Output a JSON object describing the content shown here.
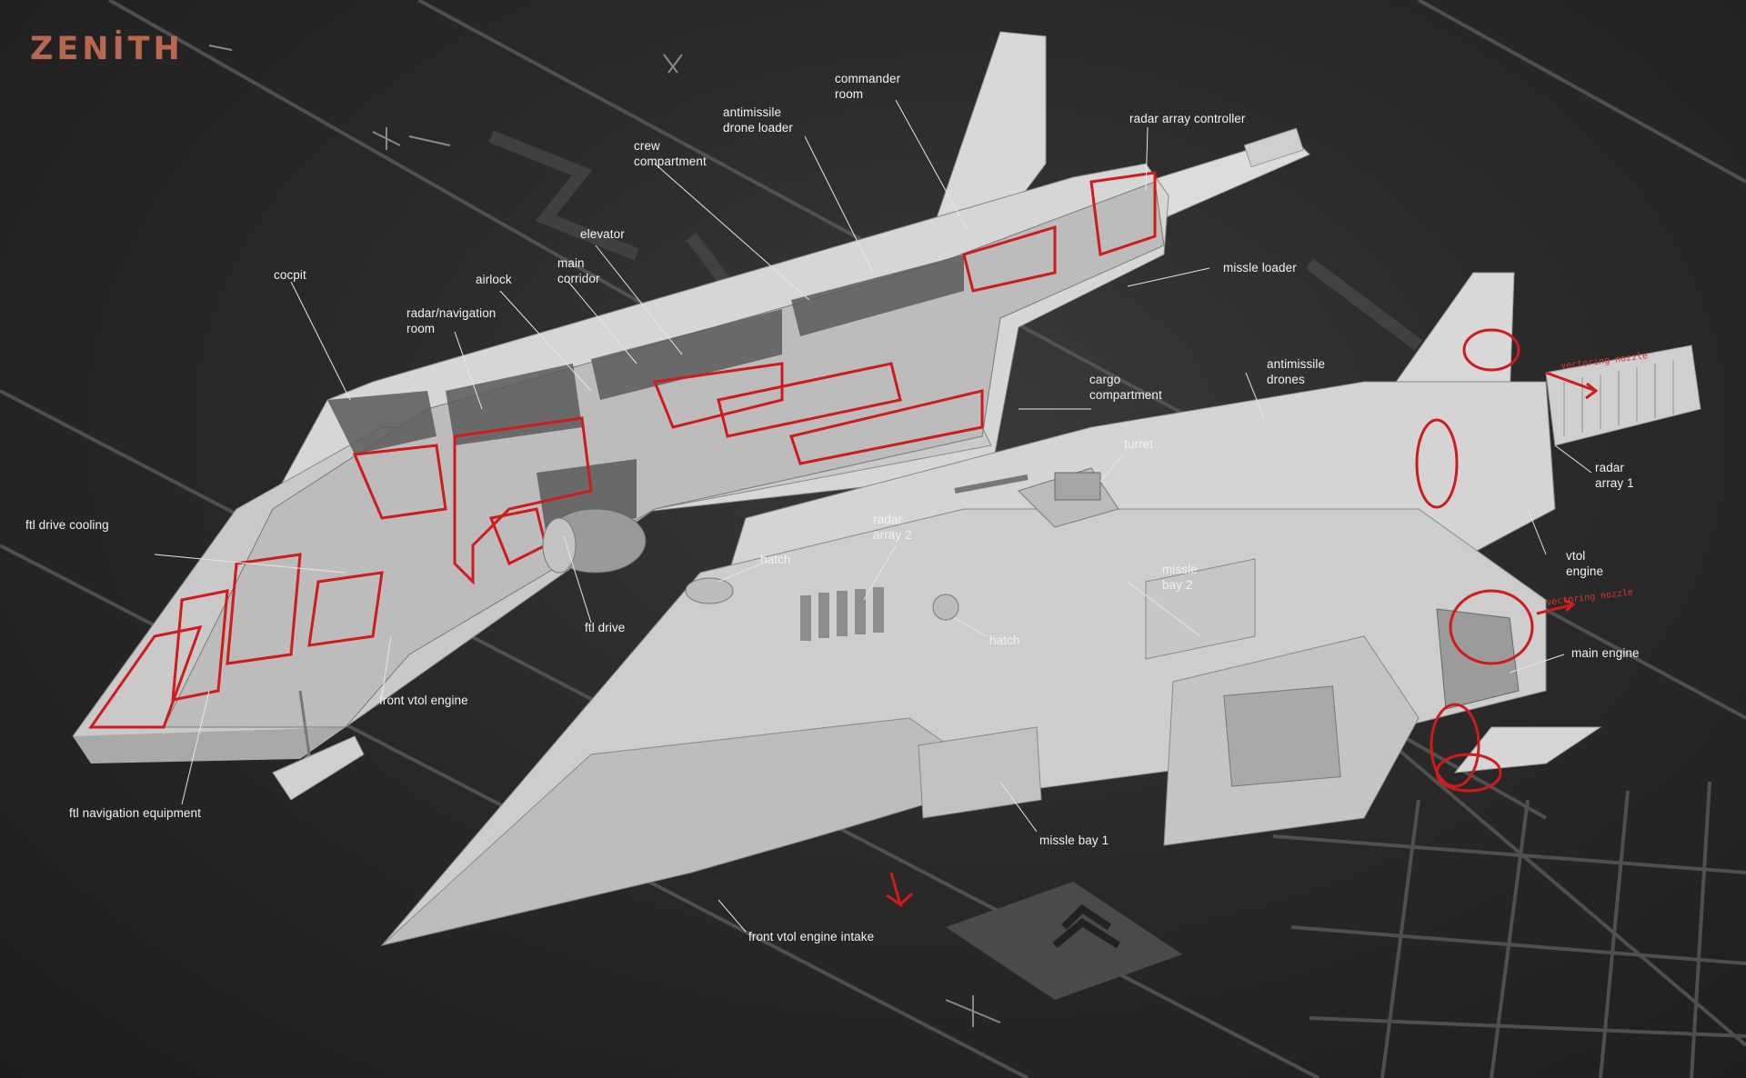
{
  "brand": {
    "logo_text": "ZENİTH",
    "logo_color": "#b8684e"
  },
  "accent_color": "#d11a1a",
  "labels": {
    "commander_room": "commander\nroom",
    "radar_array_controller": "radar array controller",
    "antimissile_drone_loader": "antimissile\ndrone loader",
    "crew_compartment": "crew\ncompartment",
    "elevator": "elevator",
    "main_corridor": "main\ncorridor",
    "airlock": "airlock",
    "cocpit": "cocpit",
    "radar_navigation_room": "radar/navigation\nroom",
    "missle_loader": "missle loader",
    "cargo_compartment": "cargo\ncompartment",
    "antimissile_drones": "antimissile\ndrones",
    "turret": "turret",
    "radar_array_1": "radar\narray 1",
    "radar_array_2": "radar\narray 2",
    "hatch_top": "hatch",
    "hatch_side": "hatch",
    "ftl_drive_cooling": "ftl drive cooling",
    "ftl_drive": "ftl drive",
    "front_vtol_engine": "front vtol engine",
    "missle_bay_2": "missle\nbay 2",
    "vtol_engine": "vtol\nengine",
    "main_engine": "main engine",
    "ftl_navigation_equipment": "ftl navigation equipment",
    "missle_bay_1": "missle bay 1",
    "front_vtol_engine_intake": "front vtol engine intake"
  },
  "handwritten_notes": {
    "vtol_note": "vectoring nozzle",
    "main_note": "vectoring nozzle"
  }
}
